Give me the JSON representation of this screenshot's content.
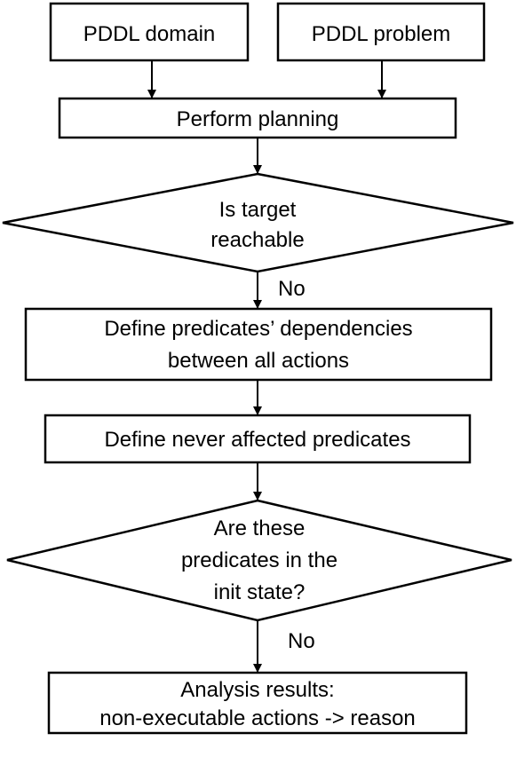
{
  "nodes": {
    "pddl_domain": {
      "lines": [
        "PDDL domain"
      ]
    },
    "pddl_problem": {
      "lines": [
        "PDDL problem"
      ]
    },
    "perform_planning": {
      "lines": [
        "Perform planning"
      ]
    },
    "is_target_reachable": {
      "lines": [
        "Is target",
        "reachable"
      ]
    },
    "define_dependencies": {
      "lines": [
        "Define predicates’ dependencies",
        "between all actions"
      ]
    },
    "define_never_affected": {
      "lines": [
        "Define never affected predicates"
      ]
    },
    "are_predicates_in_init": {
      "lines": [
        "Are these",
        "predicates in the",
        "init state?"
      ]
    },
    "analysis_results": {
      "lines": [
        "Analysis results:",
        "non-executable actions -> reason"
      ]
    }
  },
  "edges": {
    "reachable_no": {
      "label": "No"
    },
    "init_no": {
      "label": "No"
    }
  }
}
